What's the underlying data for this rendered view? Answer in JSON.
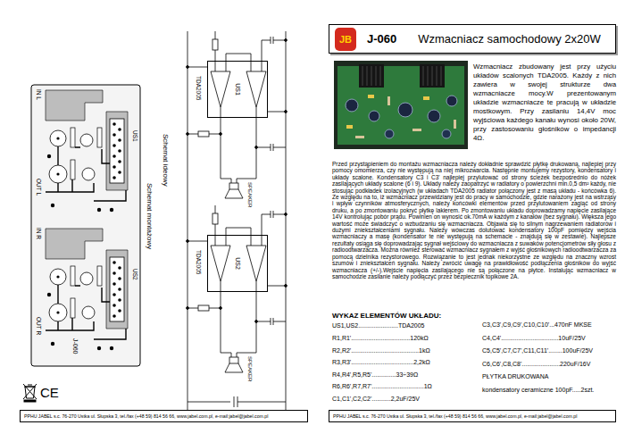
{
  "diagram": {
    "nodes": [
      {
        "text": [
          "US1"
        ]
      },
      {
        "text": [
          "US2"
        ]
      },
      {
        "text": [
          "PPHU JABEL s.c. 76-270 Ustka ul. Słupska 3, tel./fax (+48 59) 814 56 66, www.jabel.com.pl, e-mail:jabel@jabel.com.pl"
        ]
      },
      {
        "text": [
          "J-060",
          "Wzmacniacz samochodowy 2x20W"
        ]
      },
      {
        "text": [
          "JB"
        ],
        "in": 3
      },
      {
        "text": [
          "PPHU JABEL s.c. 76-270 Ustka ul. Słupska 3, tel./fax (+48 59) 814 56 66, www.jabel.com.pl, e-mail:jabel@jabel.com.pl"
        ]
      }
    ],
    "labels": [
      "IN L",
      "US1",
      "OUT L",
      "IN R",
      "US2",
      "OUT R",
      "J-060",
      "Schemat montażowy",
      "Schemat ideowy",
      "TDA2005",
      "SPEAKER",
      "TDA2005",
      "SPEAKER",
      "CE",
      "Wzmacniacz zbudowany jest przy użyciu układów scalonych TDA2005. Każdy z nich zawiera w swojej strukturze dwa wzmacniacze mocy.W prezentowanym układzie wzmacniacze te pracują w układzie mostkowym. Przy zasilaniu 14,4V moc wyjściowa każdego kanału wynosi około 20W, przy zastosowaniu głośników o impedancji 4Ω.",
      "Przed przystąpieniem do montażu wzmacniacza należy dokładnie sprawdzić płytkę drukowaną, najlepiej przy pomocy omomierza, czy nie występują na niej mikrozwarcia. Następnie montujemy rezystory, kondensatory i układy scalone. Kondensatory C3 i C3' najlepiej przylutować od strony ścieżek bezpośrednio do nóżek zasilających układy scalone (6 i 9). Układy należy zaopatrzyć w radiatory o powierzchni min.0,5 dm² każdy, nie stosując podkładek izolacyjnych (w układach TDA2005 radiator połączony jest z masą układu - końcówka 6). Ze względu na to, iż wzmacniacz przewidziany jest do pracy w samochodzie, gdzie narażony jest na wstrząsy i wpływ czynników atmosferycznych, należy końcówki elementów przed przylutowaniem zagiąć od strony druku, a po zmontowaniu pokryć płytkę lakierem. Po zmontowaniu układu doprowadzamy napięcie zasilające 14V kontrolując pobór prądu. Powinien on wynosić ok.70mA w każdym z kanałów (bez sygnału). Większa jego wartość może świadczyć o wzbudzaniu się wzmacniacza. Objawia się to silnym nagrzewaniem radiatorów i dużymi zniekształceniami sygnału. Należy wówczas dolutować kondensatory 100pF pomiędzy wejścia wzmacniaczy a masę (kondensator te nie występują na schemacie - znajdują się w zestawie). Najlepsze rezultaty osiąga się doprowadzając sygnał wejściowy do wzmacniacza z suwaków potencjometrów siły głosu z radioodtwarzacza. Można również sterować wzmacniacz sygnałem z wyjść głośnikowych radioodtwarzacza za pomocą dzielnika rezystorowego. Rozwiązanie to jest jednak niekorzystne ze względu na znaczny wzrost szumów i zniekształceń sygnału. Należy zwrócić uwagę na prawidłowość podłączenia głośników do wyjść wzmacniacza (+/-).Wejście napięcia zasilającego nie są połączone na płytce. Instalując wzmacniacz w samochodzie zasilanie należy podłączyć przez bezpiecznik topikowe 2A.",
      "WYKAZ ELEMENTÓW UKŁADU:",
      "US1,US2.......................TDA2005",
      "R1,R1'..................................120kΩ",
      "R2,R2'.......................................1kΩ",
      "R3,R3'....................................2,2kΩ",
      "R4,R4',R5,R5'..............33÷39Ω",
      "R6,R6',R7,R7'..............................1Ω",
      "C1,C1',C2,C2'...........2,2uF/25V",
      "C3,C3',C9,C9',C10,C10'...470nF MKSE",
      "C4,C4'.................................10uF/25V",
      "C5,C5',C7,C7',C11,C11'........100uF/25V",
      "C6,C6',C8,C8'......................220uF/16V",
      "PŁYTKA DRUKOWANA",
      "kondensatory ceramiczne 100pF.....2szt."
    ]
  }
}
